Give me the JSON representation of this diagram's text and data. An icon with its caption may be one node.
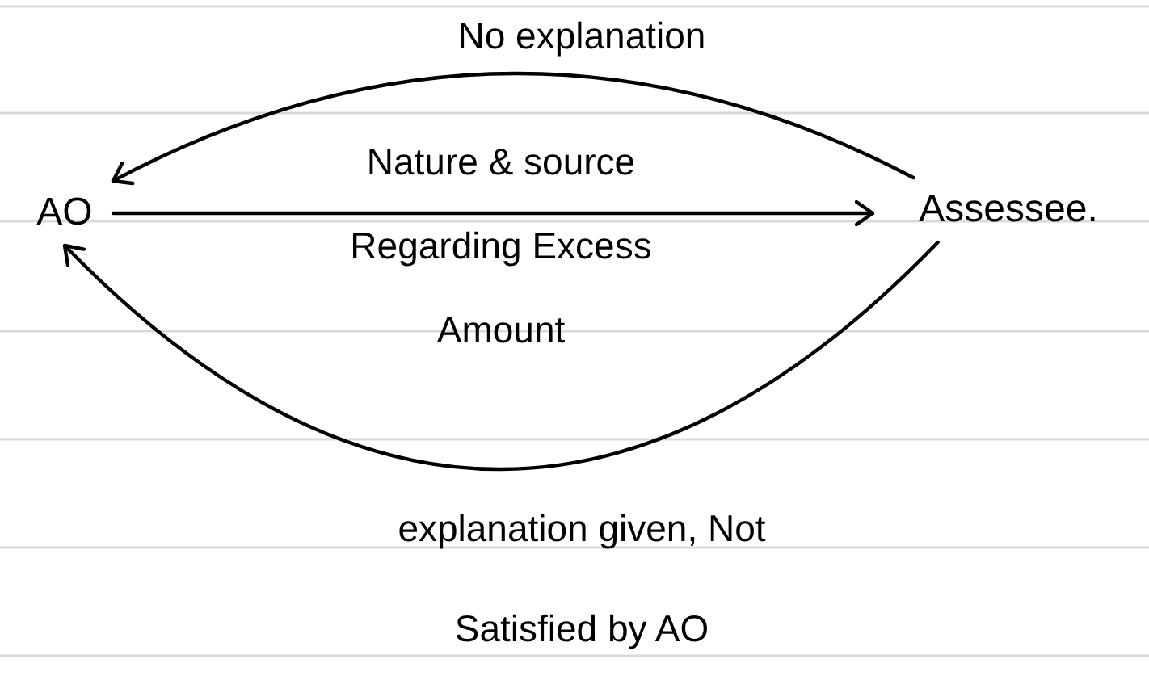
{
  "diagram": {
    "nodes": [
      {
        "text": [
          "AO"
        ]
      },
      {
        "text": [
          "Assessee."
        ]
      }
    ],
    "edges": [
      {
        "from": 1,
        "to": 0,
        "arrow": "to",
        "label": "No explanation"
      },
      {
        "from": 0,
        "to": 1,
        "arrow": "to",
        "label": "Nature & source Regarding Excess Amount"
      },
      {
        "from": 1,
        "to": 0,
        "arrow": "to",
        "label": "explanation given, Not Satisfied by AO"
      }
    ]
  }
}
